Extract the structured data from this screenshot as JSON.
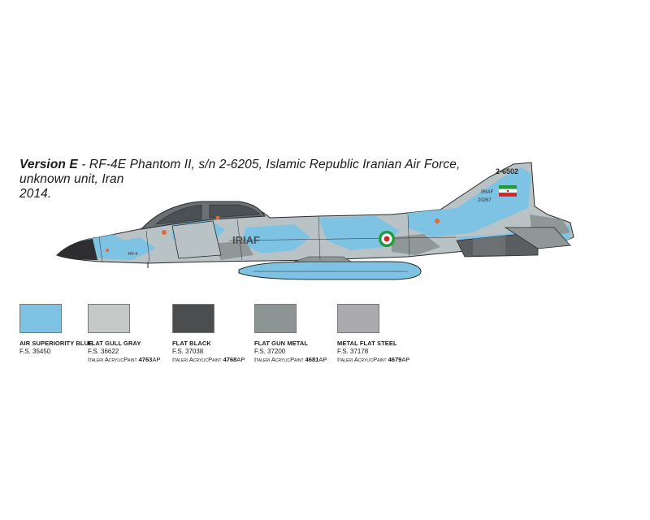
{
  "caption": {
    "version": "Version E",
    "separator": " - ",
    "line1_rest": "RF-4E Phantom II, s/n 2-6205, Islamic Republic Iranian Air Force, unknown unit, Iran",
    "line2": "2014."
  },
  "aircraft": {
    "tail_serial": "2-6502",
    "tail_text": "IRIAF",
    "tail_code": "20267",
    "fuselage_text": "IRIAF",
    "nose_stencil": "RF-4",
    "colors": {
      "blue": "#7ec3e3",
      "gray": "#b9c3c5",
      "dark": "#5a5e61",
      "gunmetal": "#8f9797",
      "steel": "#abaaad",
      "radome": "#2e2e30",
      "flag_green": "#1e9b3c",
      "flag_red": "#d6232a",
      "warning_red": "#e0683c"
    }
  },
  "swatches": [
    {
      "name": "Air Superiority Blue",
      "fs": "F.S. 35450",
      "brand": "",
      "code": "",
      "suffix": "",
      "color": "#7ec3e3"
    },
    {
      "name": "Flat Gull Gray",
      "fs": "F.S. 36622",
      "brand": "Italeri AcrylicPaint ",
      "code": "4763",
      "suffix": "AP",
      "color": "#c4c9c7"
    },
    {
      "name": "Flat Black",
      "fs": "F.S. 37038",
      "brand": "Italeri AcrylicPaint ",
      "code": "4768",
      "suffix": "AP",
      "color": "#4b4d4f"
    },
    {
      "name": "Flat Gun Metal",
      "fs": "F.S. 37200",
      "brand": "Italeri AcrylicPaint ",
      "code": "4681",
      "suffix": "AP",
      "color": "#8c9593"
    },
    {
      "name": "Metal Flat Steel",
      "fs": "F.S. 37178",
      "brand": "Italeri AcrylicPaint ",
      "code": "4679",
      "suffix": "AP",
      "color": "#abaaae"
    }
  ]
}
